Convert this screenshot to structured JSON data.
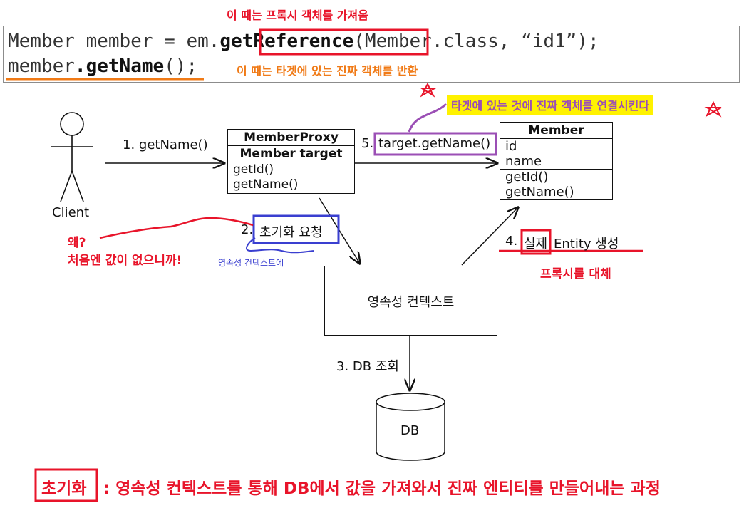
{
  "top_note": "이 때는 프록시 객체를 가져옴",
  "code": {
    "line1_pre": "Member member = em.",
    "line1_method": "getReference",
    "line1_post": "(Member.class, “id1”);",
    "line2_pre": "member",
    "line2_method": ".getName",
    "line2_post": "();",
    "line2_note": "이 때는 타겟에 있는 진짜 객체를 반환"
  },
  "diagram": {
    "client_label": "Client",
    "step1": "1. getName()",
    "proxy": {
      "title": "MemberProxy",
      "field": "Member target",
      "methods": [
        "getId()",
        "getName()"
      ]
    },
    "step5_prefix": "5.",
    "step5_call": "target.getName()",
    "member": {
      "title": "Member",
      "fields": [
        "id",
        "name"
      ],
      "methods": [
        "getId()",
        "getName()"
      ]
    },
    "step2_prefix": "2.",
    "step2_text": "초기화 요청",
    "step2_note": "영속성 컨텍스트에",
    "persistence_context": "영속성 컨텍스트",
    "step3": "3. DB 조회",
    "db": "DB",
    "step4_prefix": "4.",
    "step4_boxed": "실제",
    "step4_rest": "Entity 생성",
    "step4_note": "프록시를 대체",
    "why_line1": "왜?",
    "why_line2": "처음엔 값이 없으니까!",
    "yellow_note": "타겟에 있는 것에 진짜 객체를 연결시킨다"
  },
  "bottom": {
    "term": "초기화",
    "definition": ": 영속성 컨텍스트를 통해 DB에서 값을 가져와서 진짜 엔티티를 만들어내는 과정"
  },
  "colors": {
    "red": "#e8142a",
    "orange": "#f07a16",
    "purple": "#9b4fb5",
    "blue": "#3a3fd0",
    "yellow": "#fff200"
  }
}
